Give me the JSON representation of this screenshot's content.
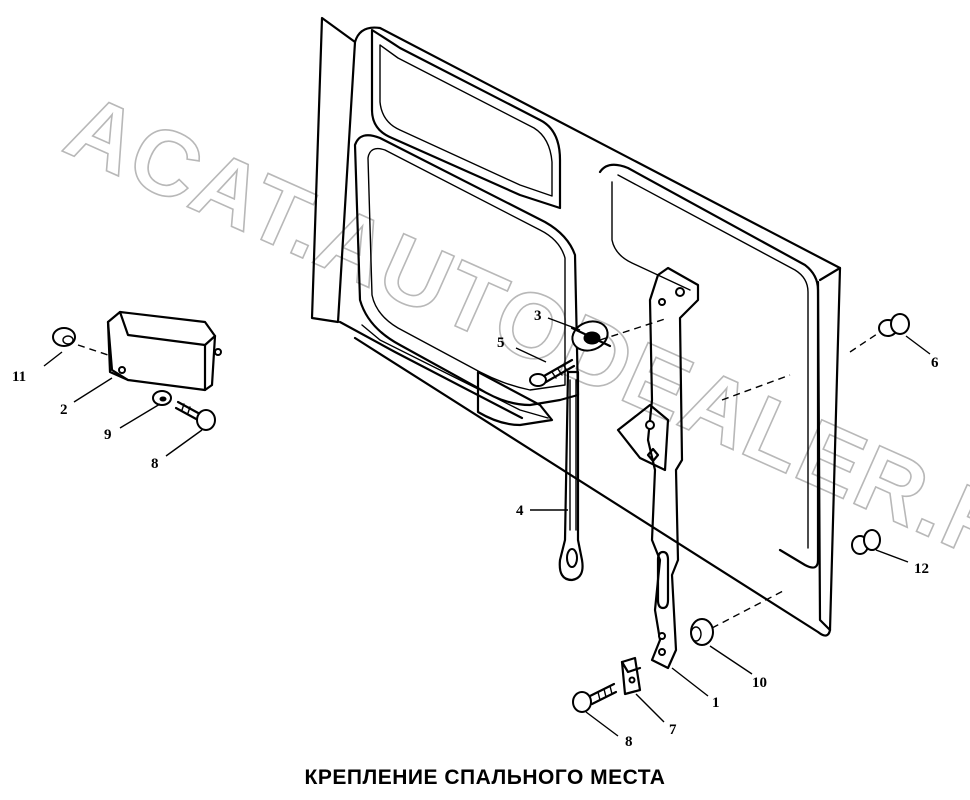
{
  "watermark": "ACAT.AUTODEALER.RU",
  "caption": "КРЕПЛЕНИЕ СПАЛЬНОГО МЕСТА",
  "callouts": {
    "c1": "1",
    "c2": "2",
    "c3": "3",
    "c4": "4",
    "c5": "5",
    "c6": "6",
    "c7": "7",
    "c8a": "8",
    "c8b": "8",
    "c9": "9",
    "c10": "10",
    "c11": "11",
    "c12": "12"
  }
}
